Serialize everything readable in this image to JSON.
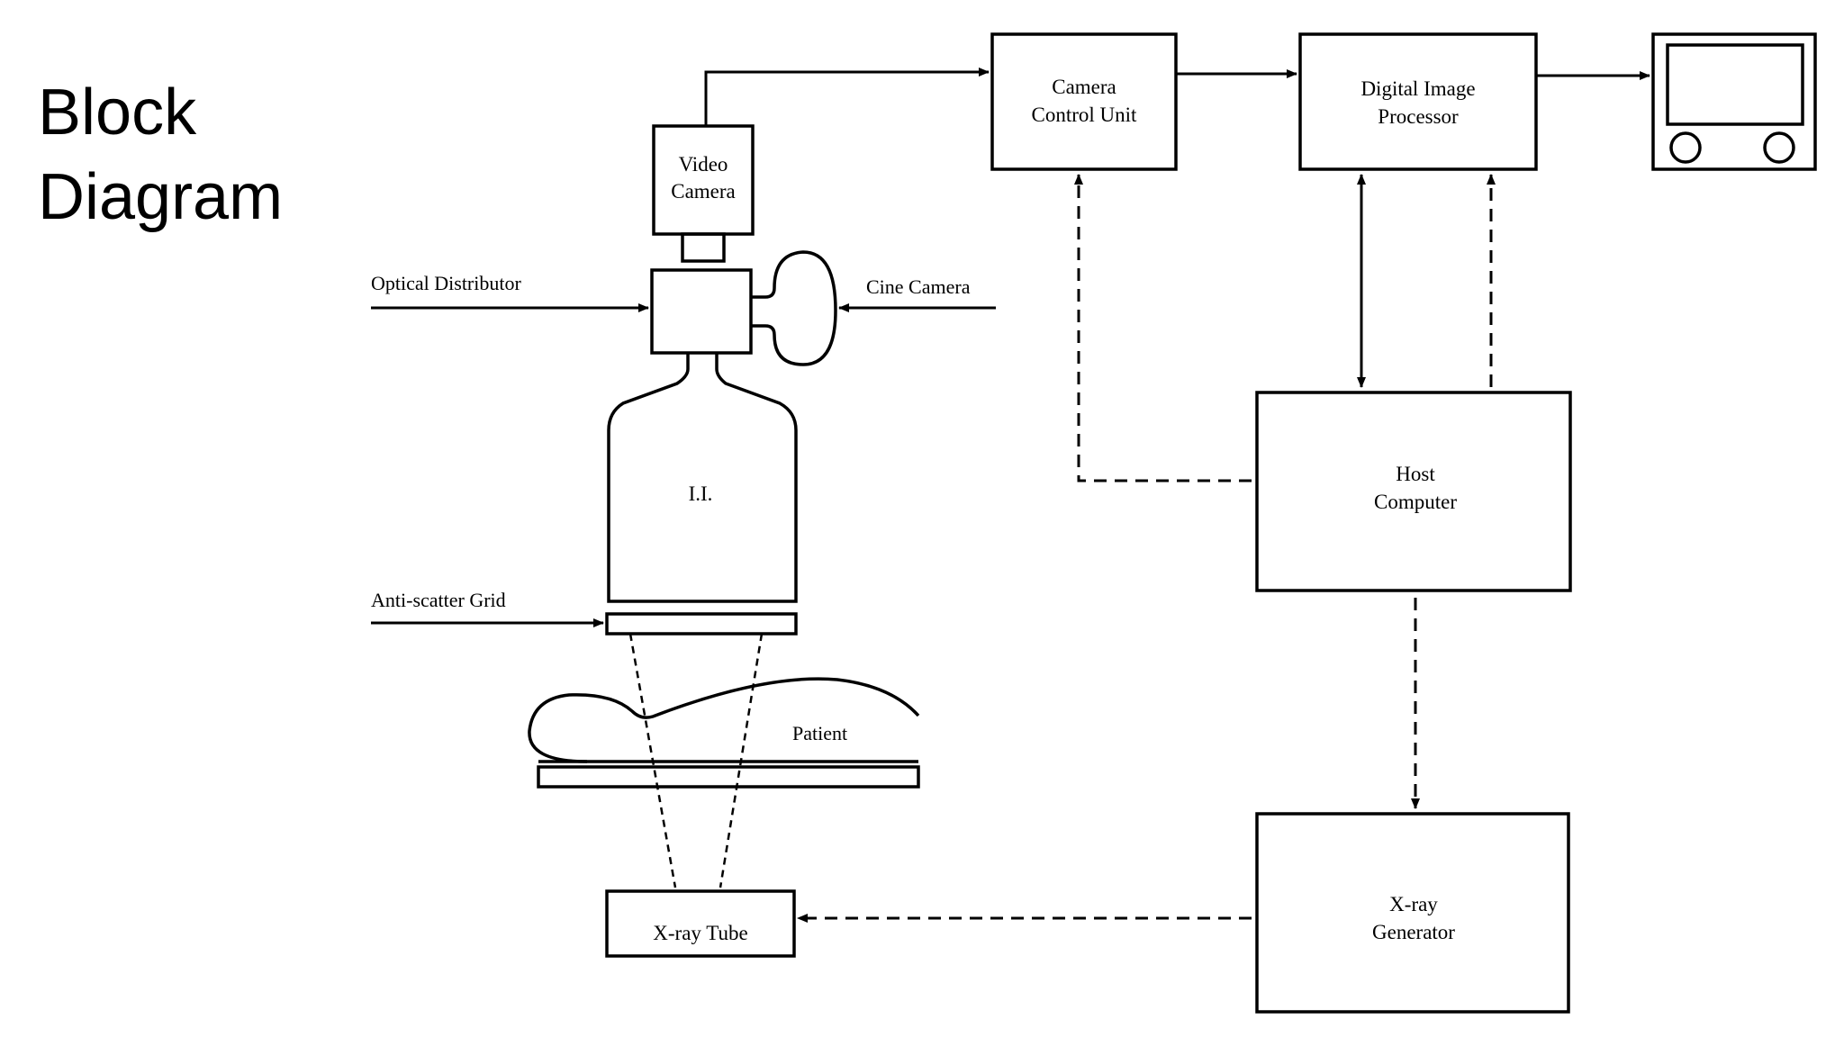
{
  "slide": {
    "title_line1": "Block",
    "title_line2": "Diagram"
  },
  "diagram": {
    "blocks": {
      "video_camera": [
        "Video",
        "Camera"
      ],
      "camera_control_unit": [
        "Camera",
        "Control Unit"
      ],
      "digital_image_processor": [
        "Digital Image",
        "Processor"
      ],
      "image_intensifier": "I.I.",
      "host_computer": [
        "Host",
        "Computer"
      ],
      "x_ray_generator": [
        "X-ray",
        "Generator"
      ],
      "x_ray_tube": "X-ray Tube"
    },
    "labels": {
      "optical_distributor": "Optical Distributor",
      "cine_camera": "Cine Camera",
      "anti_scatter_grid": "Anti-scatter Grid",
      "patient": "Patient"
    },
    "icons": {
      "monitor": "monitor-icon"
    }
  }
}
